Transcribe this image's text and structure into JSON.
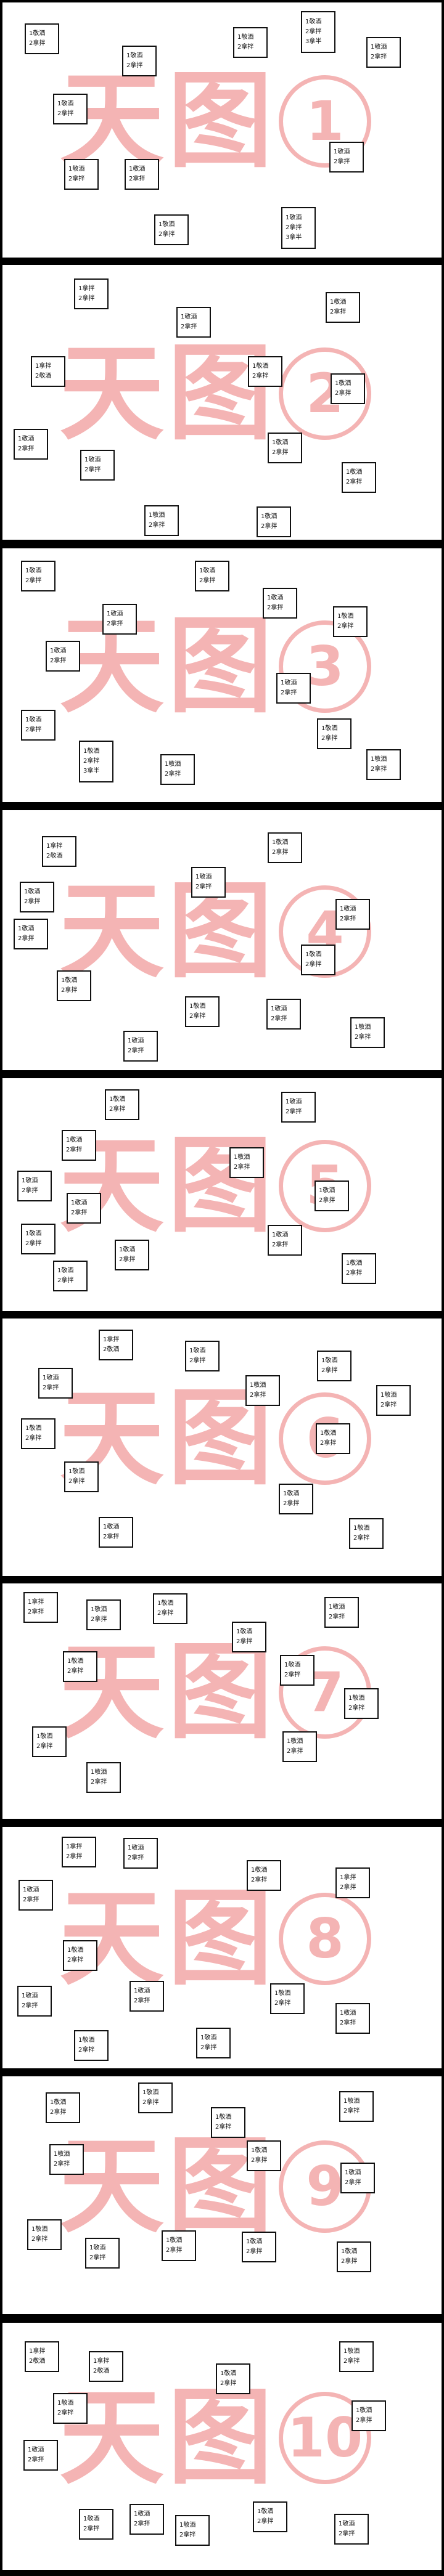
{
  "watermark": {
    "tian": "天",
    "tu": "图"
  },
  "panels": [
    {
      "number": "1",
      "boxes": [
        [
          "1敬酒",
          "2拿拌"
        ],
        [
          "1敬酒",
          "2拿拌"
        ],
        [
          "1敬酒",
          "2拿拌"
        ],
        [
          "1敬酒",
          "2拿拌",
          "3拿半"
        ],
        [
          "1敬酒",
          "2拿拌"
        ],
        [
          "1敬酒",
          "2拿拌"
        ],
        [
          "1敬酒",
          "2拿拌"
        ],
        [
          "1敬酒",
          "2拿拌"
        ],
        [
          "1敬酒",
          "2拿拌"
        ],
        [
          "1敬酒",
          "2拿拌"
        ],
        [
          "1敬酒",
          "2拿拌",
          "3拿半"
        ]
      ]
    },
    {
      "number": "2",
      "boxes": [
        [
          "1拿拌",
          "2拿拌"
        ],
        [
          "1敬酒",
          "2拿拌"
        ],
        [
          "1敬酒",
          "2拿拌"
        ],
        [
          "1拿拌",
          "2敬酒"
        ],
        [
          "1敬酒",
          "2拿拌"
        ],
        [
          "1敬酒",
          "2拿拌"
        ],
        [
          "1敬酒",
          "2拿拌"
        ],
        [
          "1敬酒",
          "2拿拌"
        ],
        [
          "1敬酒",
          "2拿拌"
        ],
        [
          "1敬酒",
          "2拿拌"
        ],
        [
          "1敬酒",
          "2拿拌"
        ],
        [
          "1敬酒",
          "2拿拌"
        ]
      ]
    },
    {
      "number": "3",
      "boxes": [
        [
          "1敬酒",
          "2拿拌"
        ],
        [
          "1敬酒",
          "2拿拌"
        ],
        [
          "1敬酒",
          "2拿拌"
        ],
        [
          "1敬酒",
          "2拿拌"
        ],
        [
          "1敬酒",
          "2拿拌"
        ],
        [
          "1敬酒",
          "2拿拌"
        ],
        [
          "1敬酒",
          "2拿拌"
        ],
        [
          "1敬酒",
          "2拿拌"
        ],
        [
          "1敬酒",
          "2拿拌"
        ],
        [
          "1敬酒",
          "2拿拌",
          "3拿半"
        ],
        [
          "1敬酒",
          "2拿拌"
        ],
        [
          "1敬酒",
          "2拿拌"
        ]
      ]
    },
    {
      "number": "4",
      "boxes": [
        [
          "1拿拌",
          "2敬酒"
        ],
        [
          "1敬酒",
          "2拿拌"
        ],
        [
          "1敬酒",
          "2拿拌"
        ],
        [
          "1敬酒",
          "2拿拌"
        ],
        [
          "1敬酒",
          "2拿拌"
        ],
        [
          "1敬酒",
          "2拿拌"
        ],
        [
          "1敬酒",
          "2拿拌"
        ],
        [
          "1敬酒",
          "2拿拌"
        ],
        [
          "1敬酒",
          "2拿拌"
        ],
        [
          "1敬酒",
          "2拿拌"
        ],
        [
          "1敬酒",
          "2拿拌"
        ],
        [
          "1敬酒",
          "2拿拌"
        ]
      ]
    },
    {
      "number": "5",
      "boxes": [
        [
          "1敬酒",
          "2拿拌"
        ],
        [
          "1敬酒",
          "2拿拌"
        ],
        [
          "1敬酒",
          "2拿拌"
        ],
        [
          "1敬酒",
          "2拿拌"
        ],
        [
          "1敬酒",
          "2拿拌"
        ],
        [
          "1敬酒",
          "2拿拌"
        ],
        [
          "1敬酒",
          "2拿拌"
        ],
        [
          "1敬酒",
          "2拿拌"
        ],
        [
          "1敬酒",
          "2拿拌"
        ],
        [
          "1敬酒",
          "2拿拌"
        ],
        [
          "1敬酒",
          "2拿拌"
        ],
        [
          "1敬酒",
          "2拿拌"
        ]
      ]
    },
    {
      "number": "6",
      "boxes": [
        [
          "1拿拌",
          "2敬酒"
        ],
        [
          "1敬酒",
          "2拿拌"
        ],
        [
          "1敬酒",
          "2拿拌"
        ],
        [
          "1敬酒",
          "2拿拌"
        ],
        [
          "1敬酒",
          "2拿拌"
        ],
        [
          "1敬酒",
          "2拿拌"
        ],
        [
          "1敬酒",
          "2拿拌"
        ],
        [
          "1敬酒",
          "2拿拌"
        ],
        [
          "1敬酒",
          "2拿拌"
        ],
        [
          "1敬酒",
          "2拿拌"
        ],
        [
          "1敬酒",
          "2拿拌"
        ],
        [
          "1敬酒",
          "2拿拌"
        ]
      ]
    },
    {
      "number": "7",
      "boxes": [
        [
          "1拿拌",
          "2拿拌"
        ],
        [
          "1敬酒",
          "2拿拌"
        ],
        [
          "1敬酒",
          "2拿拌"
        ],
        [
          "1敬酒",
          "2拿拌"
        ],
        [
          "1敬酒",
          "2拿拌"
        ],
        [
          "1敬酒",
          "2拿拌"
        ],
        [
          "1敬酒",
          "2拿拌"
        ],
        [
          "1敬酒",
          "2拿拌"
        ],
        [
          "1敬酒",
          "2拿拌"
        ],
        [
          "1敬酒",
          "2拿拌"
        ],
        [
          "1敬酒",
          "2拿拌"
        ]
      ]
    },
    {
      "number": "8",
      "boxes": [
        [
          "1拿拌",
          "2拿拌"
        ],
        [
          "1敬酒",
          "2拿拌"
        ],
        [
          "1敬酒",
          "2拿拌"
        ],
        [
          "1拿拌",
          "2拿拌"
        ],
        [
          "1敬酒",
          "2拿拌"
        ],
        [
          "1敬酒",
          "2拿拌"
        ],
        [
          "1敬酒",
          "2拿拌"
        ],
        [
          "1敬酒",
          "2拿拌"
        ],
        [
          "1敬酒",
          "2拿拌"
        ],
        [
          "1敬酒",
          "2拿拌"
        ],
        [
          "1敬酒",
          "2拿拌"
        ],
        [
          "1敬酒",
          "2拿拌"
        ]
      ]
    },
    {
      "number": "9",
      "boxes": [
        [
          "1敬酒",
          "2拿拌"
        ],
        [
          "1敬酒",
          "2拿拌"
        ],
        [
          "1敬酒",
          "2拿拌"
        ],
        [
          "1敬酒",
          "2拿拌"
        ],
        [
          "1敬酒",
          "2拿拌"
        ],
        [
          "1敬酒",
          "2拿拌"
        ],
        [
          "1敬酒",
          "2拿拌"
        ],
        [
          "1敬酒",
          "2拿拌"
        ],
        [
          "1敬酒",
          "2拿拌"
        ],
        [
          "1敬酒",
          "2拿拌"
        ],
        [
          "1敬酒",
          "2拿拌"
        ],
        [
          "1敬酒",
          "2拿拌"
        ]
      ]
    },
    {
      "number": "10",
      "boxes": [
        [
          "1拿拌",
          "2敬酒"
        ],
        [
          "1拿拌",
          "2敬酒"
        ],
        [
          "1敬酒",
          "2拿拌"
        ],
        [
          "1敬酒",
          "2拿拌"
        ],
        [
          "1敬酒",
          "2拿拌"
        ],
        [
          "1敬酒",
          "2拿拌"
        ],
        [
          "1敬酒",
          "2拿拌"
        ],
        [
          "1敬酒",
          "2拿拌"
        ],
        [
          "1敬酒",
          "2拿拌"
        ],
        [
          "1敬酒",
          "2拿拌"
        ],
        [
          "1敬酒",
          "2拿拌"
        ],
        [
          "1敬酒",
          "2拿拌"
        ]
      ]
    }
  ]
}
